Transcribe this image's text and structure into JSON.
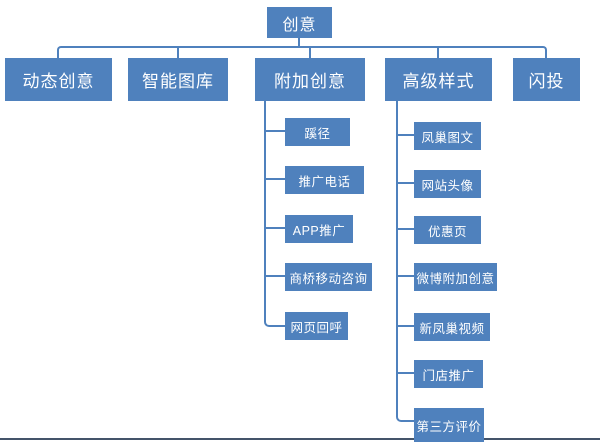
{
  "colors": {
    "node_fill": "#4f81bd",
    "node_text": "#ffffff",
    "connector": "#4f81bd",
    "bottom_rule": "#44546a"
  },
  "tree": {
    "root": {
      "label": "创意"
    },
    "level2": [
      {
        "label": "动态创意"
      },
      {
        "label": "智能图库"
      },
      {
        "label": "附加创意"
      },
      {
        "label": "高级样式"
      },
      {
        "label": "闪投"
      }
    ],
    "additional_creative_children": [
      {
        "label": "蹊径"
      },
      {
        "label": "推广电话"
      },
      {
        "label": "APP推广"
      },
      {
        "label": "商桥移动咨询"
      },
      {
        "label": "网页回呼"
      }
    ],
    "advanced_style_children": [
      {
        "label": "凤巢图文"
      },
      {
        "label": "网站头像"
      },
      {
        "label": "优惠页"
      },
      {
        "label": "微博附加创意"
      },
      {
        "label": "新凤巢视频"
      },
      {
        "label": "门店推广"
      },
      {
        "label": "第三方评价"
      }
    ]
  }
}
